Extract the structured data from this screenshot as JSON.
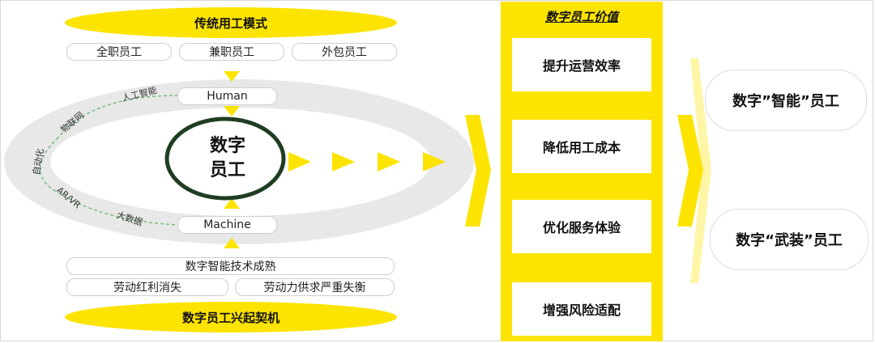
{
  "traditional": {
    "title": "传统用工模式",
    "items": [
      "全职员工",
      "兼职员工",
      "外包员工"
    ]
  },
  "core": {
    "top_node": "Human",
    "bottom_node": "Machine",
    "label_line1": "数字",
    "label_line2": "员工",
    "orbit_labels": [
      "人工智能",
      "物联网",
      "自动化",
      "AR/VR",
      "大数据"
    ]
  },
  "drivers": {
    "items": [
      "数字智能技术成熟",
      "劳动红利消失",
      "劳动力供求严重失衡"
    ],
    "title": "数字员工兴起契机"
  },
  "value_panel": {
    "title": "数字员工价值",
    "items": [
      "提升运营效率",
      "降低用工成本",
      "优化服务体验",
      "增强风险适配"
    ]
  },
  "results": [
    "数字”智能”员工",
    "数字“武装”员工"
  ],
  "colors": {
    "accent_yellow": "#fde400",
    "ring_gray": "#e8e8e8",
    "core_ring": "#1f3d22",
    "dash_green": "#6dbb7a"
  }
}
